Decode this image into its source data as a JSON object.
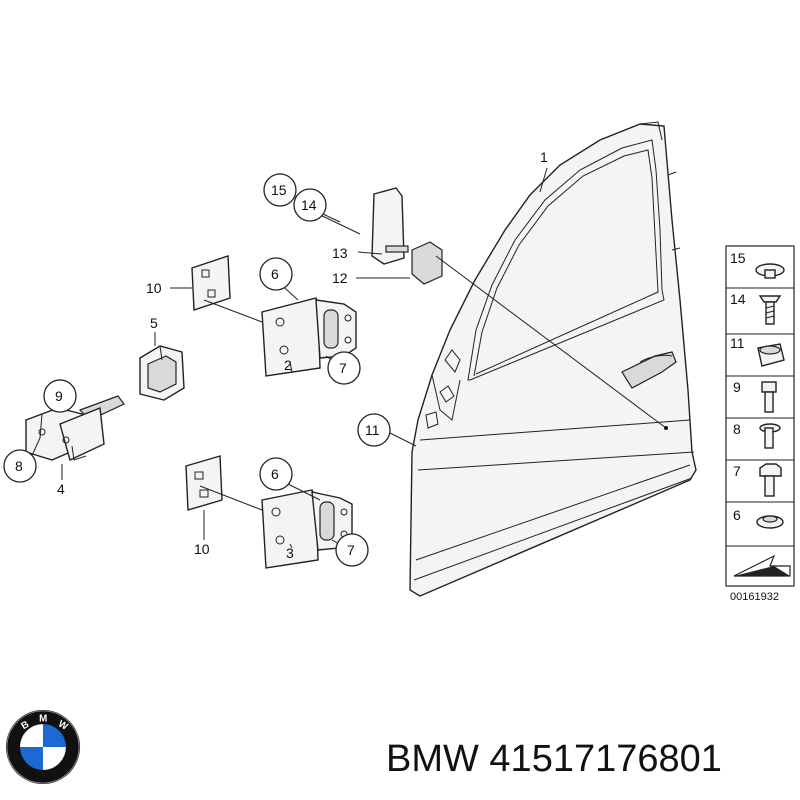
{
  "callouts": {
    "c1": "1",
    "c2": "2",
    "c3": "3",
    "c4": "4",
    "c5": "5",
    "c6a": "6",
    "c6b": "6",
    "c7a": "7",
    "c7b": "7",
    "c8": "8",
    "c9": "9",
    "c10a": "10",
    "c10b": "10",
    "c11": "11",
    "c12": "12",
    "c13": "13",
    "c14": "14",
    "c15": "15"
  },
  "legend": {
    "items": [
      "15",
      "14",
      "11",
      "9",
      "8",
      "7",
      "6"
    ],
    "code": "00161932"
  },
  "brand": {
    "title": "BMW 41517176801",
    "logo_letters": "BMW",
    "logo_colors": {
      "blue": "#1c69d4",
      "white": "#ffffff",
      "ring": "#111111"
    }
  }
}
